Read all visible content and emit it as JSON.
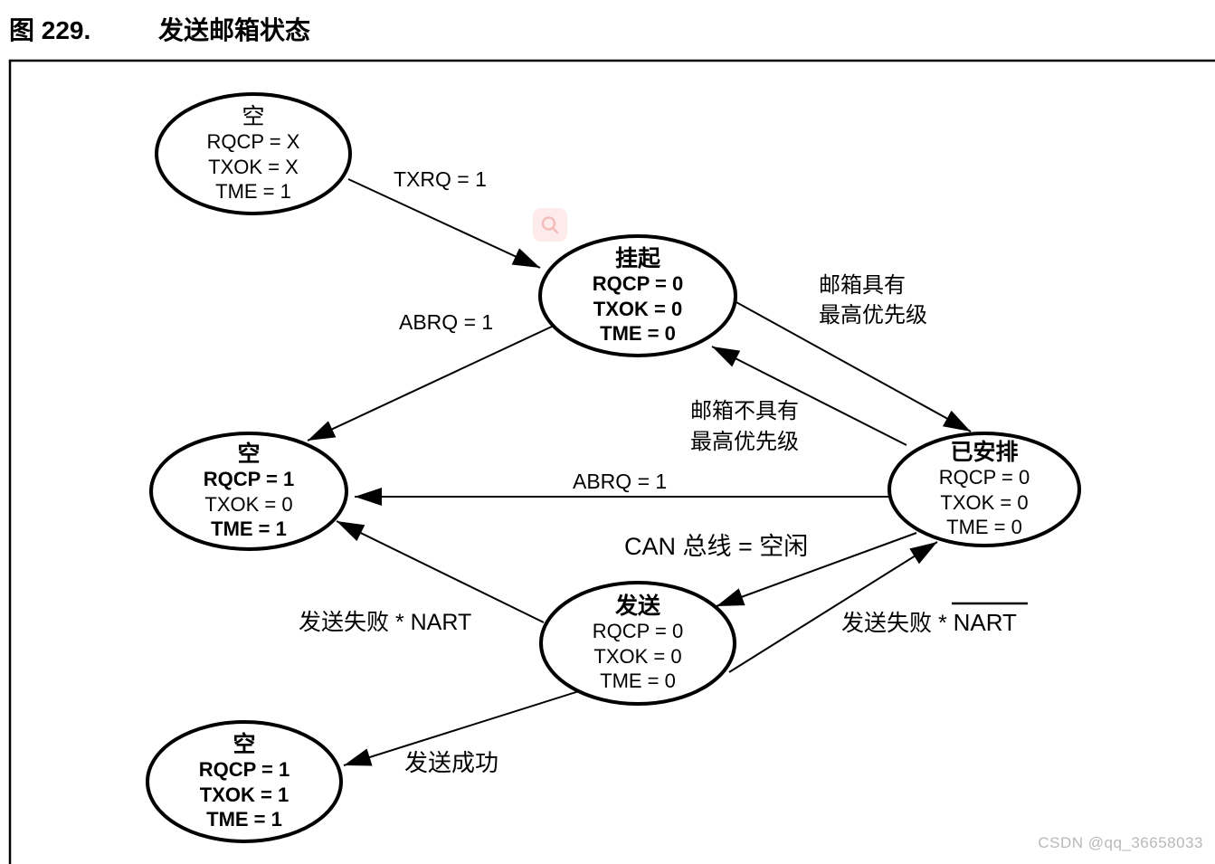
{
  "figure": {
    "label": "图 229.",
    "title": "发送邮箱状态"
  },
  "states": {
    "empty_initial": {
      "title": "空",
      "rqcp": "RQCP = X",
      "txok": "TXOK = X",
      "tme": "TME = 1"
    },
    "pending": {
      "title": "挂起",
      "rqcp": "RQCP = 0",
      "txok": "TXOK = 0",
      "tme": "TME = 0"
    },
    "empty_abort": {
      "title": "空",
      "rqcp": "RQCP = 1",
      "txok": "TXOK = 0",
      "tme": "TME = 1"
    },
    "scheduled": {
      "title": "已安排",
      "rqcp": "RQCP = 0",
      "txok": "TXOK = 0",
      "tme": "TME = 0"
    },
    "transmit": {
      "title": "发送",
      "rqcp": "RQCP = 0",
      "txok": "TXOK = 0",
      "tme": "TME = 0"
    },
    "empty_success": {
      "title": "空",
      "rqcp": "RQCP = 1",
      "txok": "TXOK = 1",
      "tme": "TME = 1"
    }
  },
  "transitions": {
    "txrq": "TXRQ = 1",
    "abrq_from_pending": "ABRQ = 1",
    "mailbox_highest_priority_line1": "邮箱具有",
    "mailbox_highest_priority_line2": "最高优先级",
    "mailbox_not_highest_priority_line1": "邮箱不具有",
    "mailbox_not_highest_priority_line2": "最高优先级",
    "abrq_from_scheduled": "ABRQ = 1",
    "can_bus_idle": "CAN 总线 = 空闲",
    "transmit_fail_nart": "发送失败 * NART",
    "transmit_fail_nart_bar_prefix": "发送失败 * ",
    "transmit_fail_nart_bar_term": "NART",
    "transmit_success": "发送成功"
  },
  "overlay": {
    "watermark": "CSDN @qq_36658033"
  },
  "colors": {
    "ink": "#000000",
    "watermark_gray": "#b9b9b9",
    "zoom_icon_bg": "#fcebea",
    "zoom_icon_glyph": "#f3bcba"
  }
}
